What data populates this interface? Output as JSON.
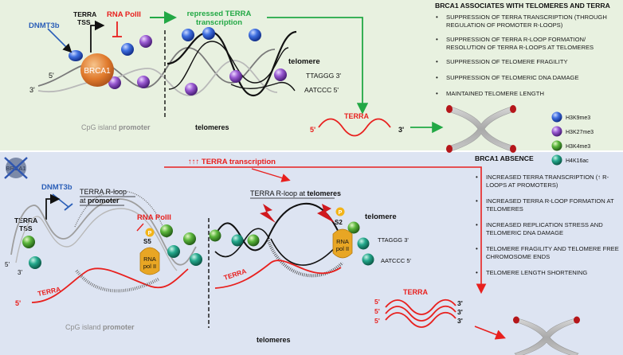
{
  "top": {
    "dnmt3b": "DNMT3b",
    "terra_tss_1": "TERRA",
    "terra_tss_2": "TSS",
    "rna_pol": "RNA PolII",
    "repressed_1": "repressed TERRA",
    "repressed_2": "transcription",
    "brca1": "BRCA1",
    "five_prime": "5'",
    "three_prime": "3'",
    "telomere": "telomere",
    "ttaggg": "TTAGGG 3'",
    "aatccc": "AATCCC 5'",
    "cpg_prefix": "CpG island ",
    "cpg_bold": "promoter",
    "telomeres": "telomeres",
    "terra": "TERRA",
    "terra_5": "5'",
    "terra_3": "3'",
    "list_title": "BRCA1 ASSOCIATES WITH TELOMERES AND TERRA",
    "items": [
      "Suppression of TERRA transcription (through regulation of promoter R-loops)",
      "Suppression of TERRA R-loop formation/ resolution of TERRA R-loops at telomeres",
      "Suppression of telomere fragility",
      "Suppression of telomeric DNA damage",
      "Maintained telomere length"
    ]
  },
  "legend": [
    {
      "label": "H3K9me3",
      "color": "#2a57c0"
    },
    {
      "label": "H3K27me3",
      "color": "#8c4fc4"
    },
    {
      "label": "H3K4me3",
      "color": "#4fae3a"
    },
    {
      "label": "H4K16ac",
      "color": "#1e9a82"
    }
  ],
  "bottom": {
    "brca1": "BRCA1",
    "dnmt3b": "DNMT3b",
    "terra_tss_1": "TERRA",
    "terra_tss_2": "TSS",
    "rloop_prom_1": "TERRA R-loop",
    "rloop_prom_2a": "at ",
    "rloop_prom_2b": "promoter",
    "rna_pol": "RNA PolII",
    "s5": "S5",
    "s2": "S2",
    "p": "P",
    "rnapol_1": "RNA",
    "rnapol_2": "pol II",
    "increased": "↑↑↑ TERRA transcription",
    "rloop_tel_1": "TERRA R-loop at ",
    "rloop_tel_2": "telomeres",
    "telomere": "telomere",
    "ttaggg": "TTAGGG 3'",
    "aatccc": "AATCCC 5'",
    "five_prime": "5'",
    "three_prime": "3'",
    "terra": "TERRA",
    "cpg_prefix": "CpG island ",
    "cpg_bold": "promoter",
    "telomeres": "telomeres",
    "list_title": "BRCA1 ABSENCE",
    "items": [
      "Increased TERRA transcription (↑ R-loops at promoters)",
      "Increased TERRA R-loop formation at telomeres",
      "Increased replication stress and telomeric DNA damage",
      "Telomere fragility and telomere free chromosome ends",
      "Telomere length shortening"
    ]
  }
}
